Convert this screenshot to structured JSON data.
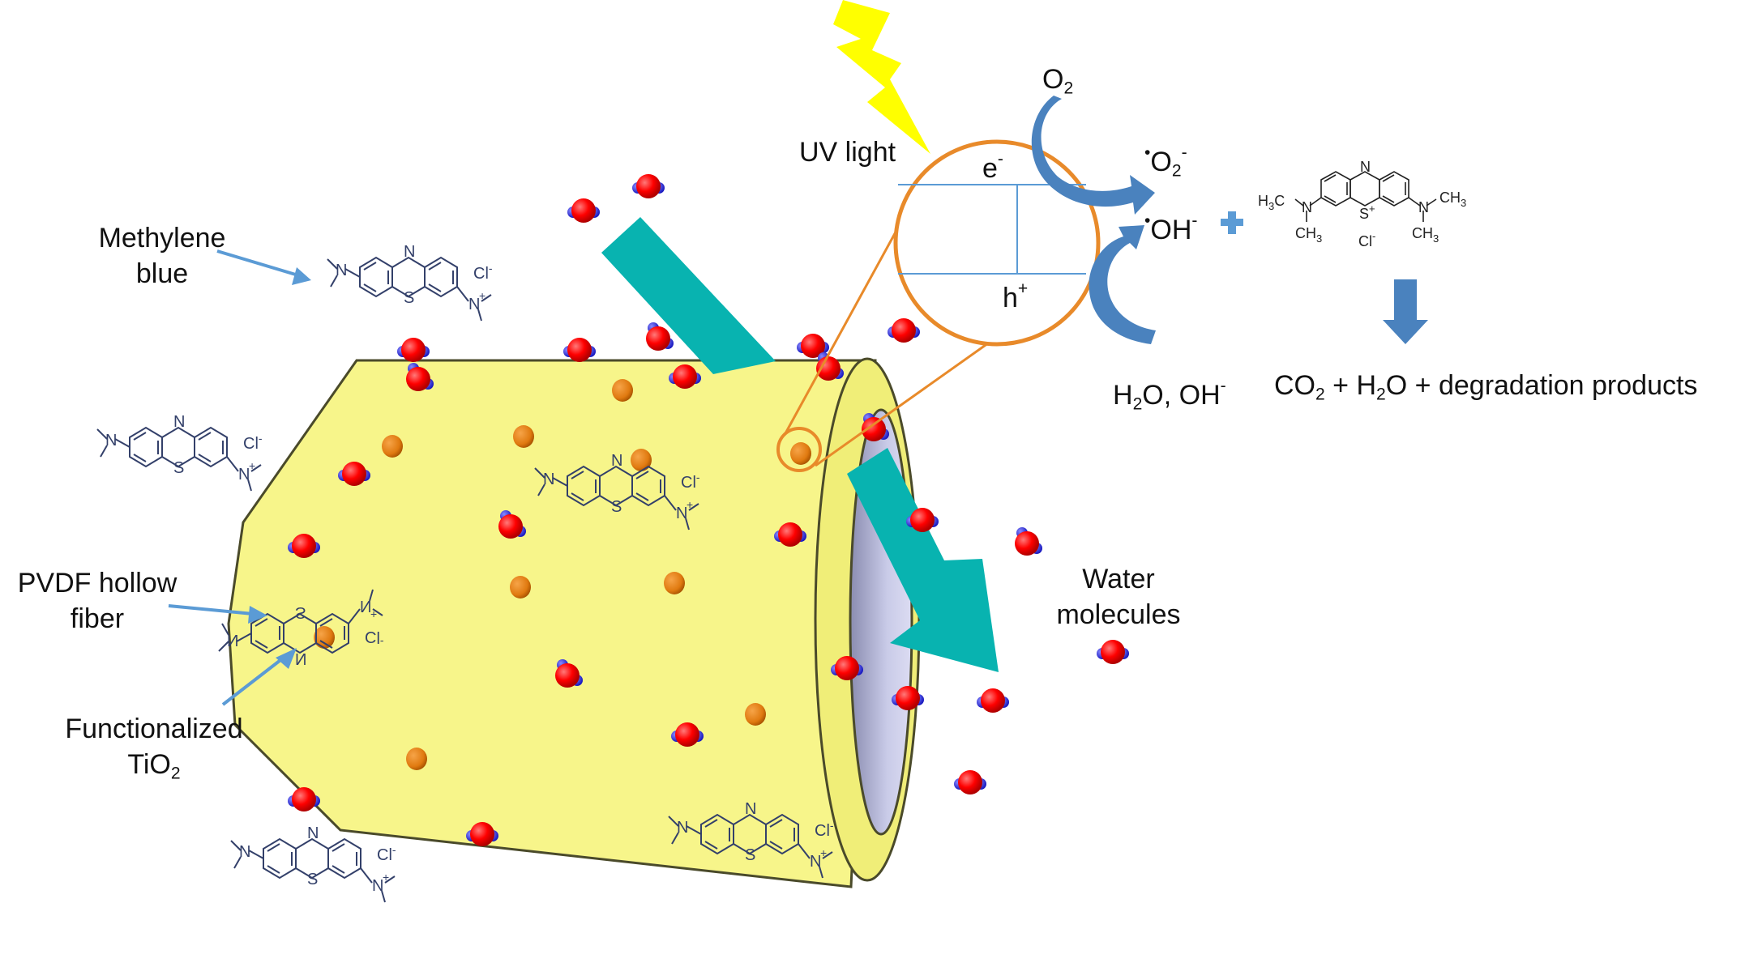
{
  "labels": {
    "methylene_line1": "Methylene",
    "methylene_line2": "blue",
    "pvdf_line1": "PVDF hollow",
    "pvdf_line2": "fiber",
    "tio2_line1": "Functionalized",
    "tio2_base": "TiO",
    "tio2_sub": "2",
    "water_line1": "Water",
    "water_line2": "molecules",
    "uv_light": "UV light",
    "e_base": "e",
    "e_sup": "-",
    "h_base": "h",
    "h_sup": "+",
    "o2_base": "O",
    "o2_sub": "2",
    "superoxide_dot": "•",
    "superoxide_base": "O",
    "superoxide_sub": "2",
    "superoxide_sup": "-",
    "hydroxyl_dot": "•",
    "hydroxyl_base": "OH",
    "hydroxyl_sup": "-",
    "plus": "+",
    "h2o_oh_h": "H",
    "h2o_oh_sub": "2",
    "h2o_oh_rest": "O, OH",
    "h2o_oh_sup": "-",
    "products_co": "CO",
    "products_co_sub": "2",
    "products_mid": " + H",
    "products_h_sub": "2",
    "products_rest": "O + degradation products"
  },
  "molecule": {
    "n_ring": "N",
    "s_ring": "S",
    "n_amine": "N",
    "n_iminium": "N",
    "plus": "+",
    "chloride": "Cl",
    "chloride_sup": "-",
    "ch3": "CH",
    "ch3_sub": "3",
    "h3c": "H",
    "h3c_sub": "3",
    "h3c_c": "C"
  },
  "colors": {
    "fiber": "#f7f58a",
    "fiber_stroke": "#4a4a2a",
    "lumen": "#c9cbe8",
    "flow_arrow": "#08b3b0",
    "curve_arrow": "#4a82be",
    "pointer_arrow": "#5b9bd5",
    "zoom_ring": "#e88a2a",
    "lightning": "#ffff00",
    "oxygen_atom": "#ff0000",
    "hydrogen_atom": "#3030e0",
    "tio2_particle": "#e07a10",
    "molecule_line": "#33406a"
  },
  "icons": [
    "lightning-icon",
    "water-molecule-icon",
    "tio2-particle-icon",
    "methylene-blue-structure-icon"
  ]
}
